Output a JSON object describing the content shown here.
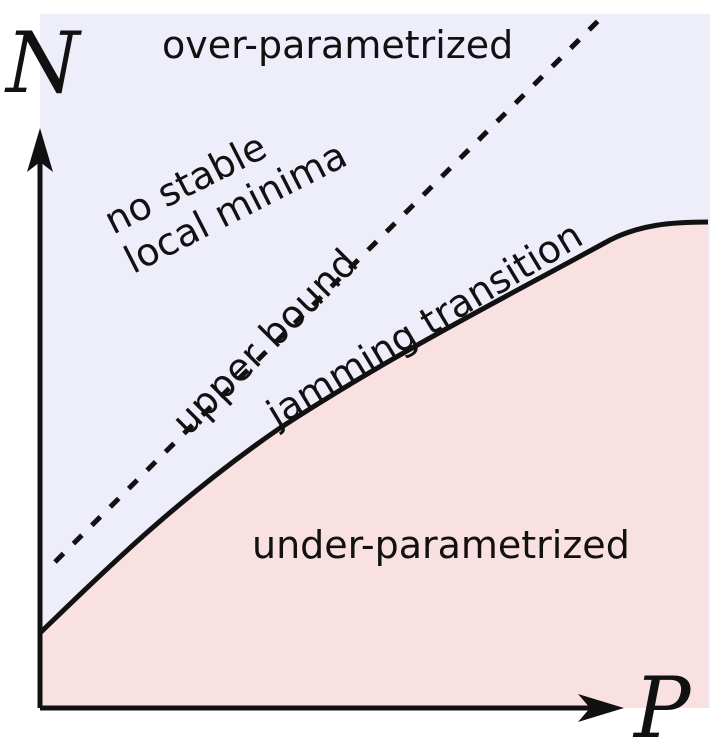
{
  "axes": {
    "x_label": "P",
    "y_label": "N"
  },
  "regions": {
    "over": {
      "label": "over-parametrized",
      "color": "#eeeefb"
    },
    "under": {
      "label": "under-parametrized",
      "color": "#f9e1e1"
    }
  },
  "annotations": {
    "no_stable_line1": "no stable",
    "no_stable_line2": "local minima",
    "upper_bound": "upper bound",
    "jamming": "jamming transition"
  },
  "colors": {
    "axis": "#111111",
    "curve": "#111111",
    "dotted": "#111111"
  }
}
